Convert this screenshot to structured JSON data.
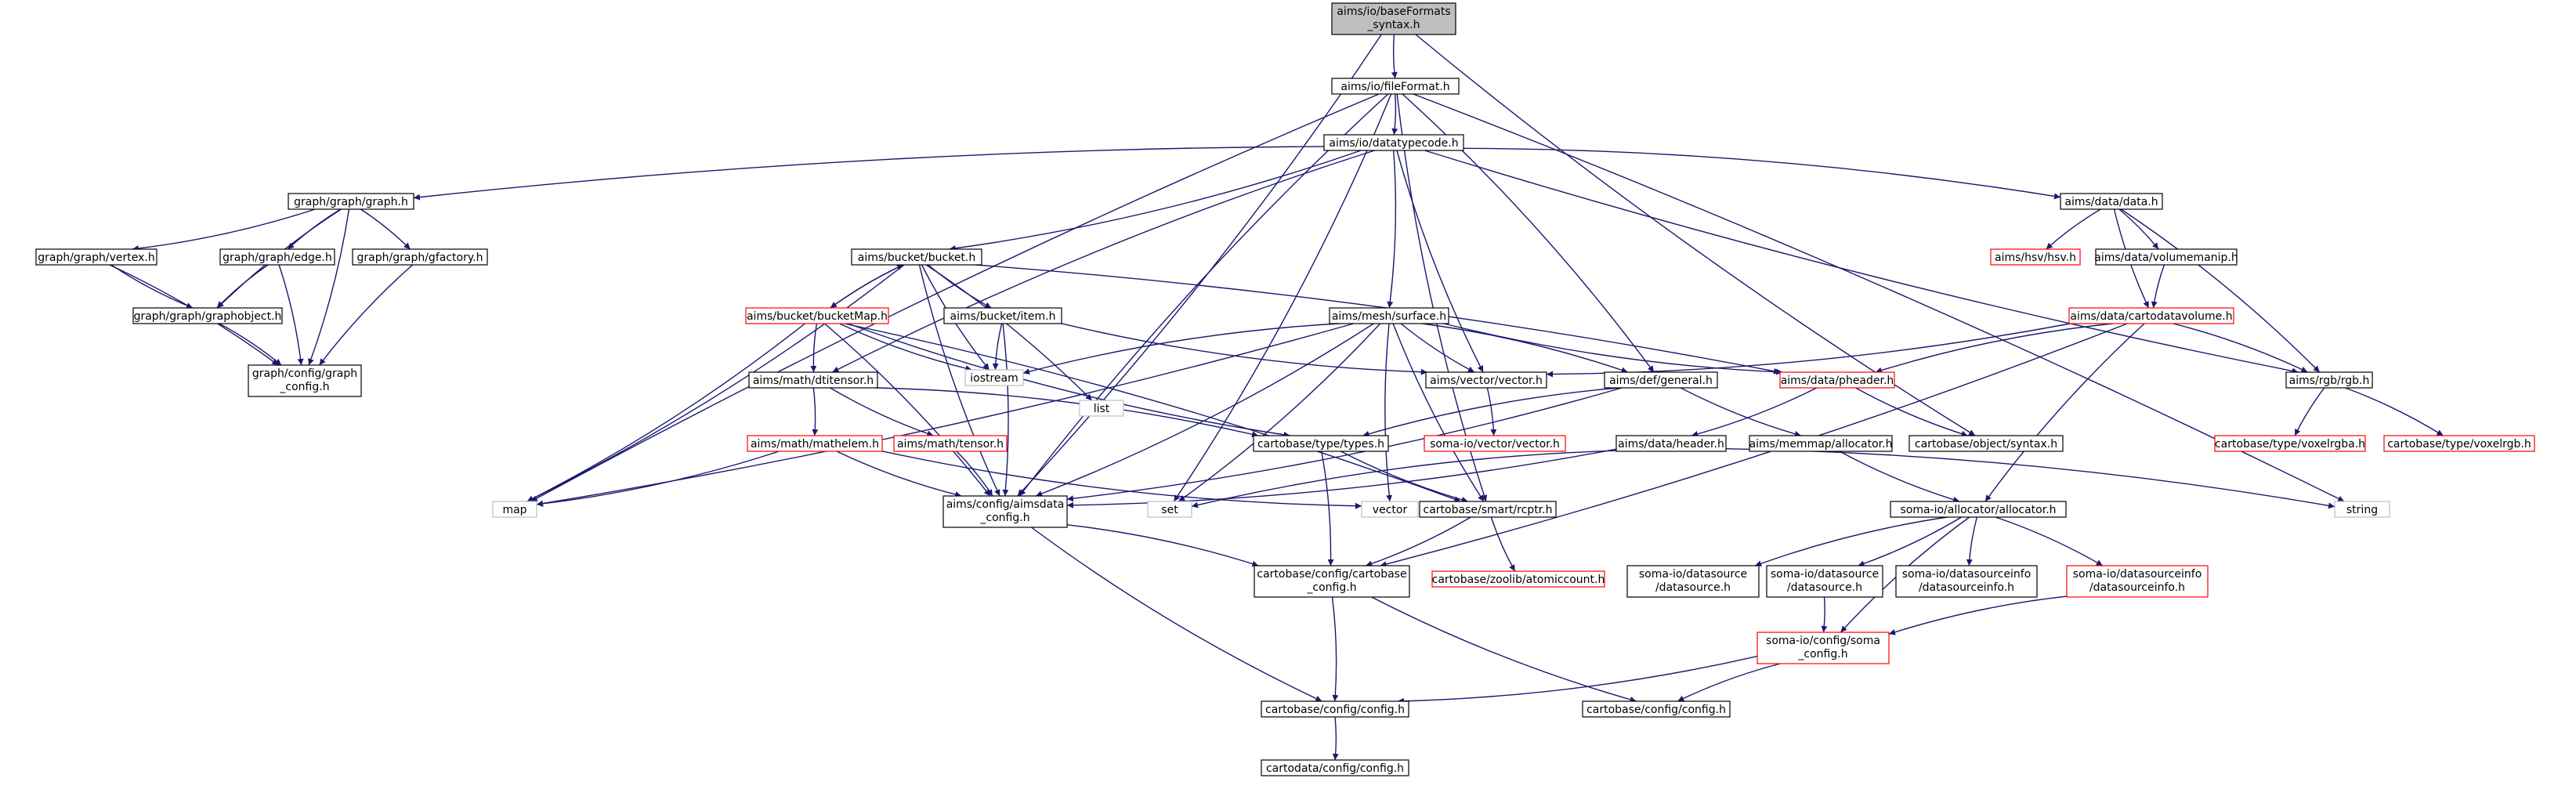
{
  "nodes": [
    {
      "id": "basefmt",
      "lines": [
        "aims/io/baseFormats",
        "_syntax.h"
      ],
      "style": "root"
    },
    {
      "id": "fileformat",
      "lines": [
        "aims/io/fileFormat.h"
      ],
      "style": "normal"
    },
    {
      "id": "datatypecode",
      "lines": [
        "aims/io/datatypecode.h"
      ],
      "style": "normal"
    },
    {
      "id": "graph",
      "lines": [
        "graph/graph/graph.h"
      ],
      "style": "normal"
    },
    {
      "id": "datadata",
      "lines": [
        "aims/data/data.h"
      ],
      "style": "normal"
    },
    {
      "id": "vertex",
      "lines": [
        "graph/graph/vertex.h"
      ],
      "style": "normal"
    },
    {
      "id": "edge",
      "lines": [
        "graph/graph/edge.h"
      ],
      "style": "normal"
    },
    {
      "id": "gfactory",
      "lines": [
        "graph/graph/gfactory.h"
      ],
      "style": "normal"
    },
    {
      "id": "graphobject",
      "lines": [
        "graph/graph/graphobject.h"
      ],
      "style": "normal"
    },
    {
      "id": "graphconfig",
      "lines": [
        "graph/config/graph",
        "_config.h"
      ],
      "style": "normal"
    },
    {
      "id": "bucket",
      "lines": [
        "aims/bucket/bucket.h"
      ],
      "style": "normal"
    },
    {
      "id": "bucketmap",
      "lines": [
        "aims/bucket/bucketMap.h"
      ],
      "style": "red"
    },
    {
      "id": "bucketitem",
      "lines": [
        "aims/bucket/item.h"
      ],
      "style": "normal"
    },
    {
      "id": "list",
      "lines": [
        "list"
      ],
      "style": "gray"
    },
    {
      "id": "iostream",
      "lines": [
        "iostream"
      ],
      "style": "gray"
    },
    {
      "id": "dtitensor",
      "lines": [
        "aims/math/dtitensor.h"
      ],
      "style": "normal"
    },
    {
      "id": "mathelem",
      "lines": [
        "aims/math/mathelem.h"
      ],
      "style": "red"
    },
    {
      "id": "tensor",
      "lines": [
        "aims/math/tensor.h"
      ],
      "style": "red"
    },
    {
      "id": "map",
      "lines": [
        "map"
      ],
      "style": "gray"
    },
    {
      "id": "aimsdataconfig",
      "lines": [
        "aims/config/aimsdata",
        "_config.h"
      ],
      "style": "normal"
    },
    {
      "id": "surface",
      "lines": [
        "aims/mesh/surface.h"
      ],
      "style": "normal"
    },
    {
      "id": "vectorvec",
      "lines": [
        "aims/vector/vector.h"
      ],
      "style": "normal"
    },
    {
      "id": "somavector",
      "lines": [
        "soma-io/vector/vector.h"
      ],
      "style": "red"
    },
    {
      "id": "defgeneral",
      "lines": [
        "aims/def/general.h"
      ],
      "style": "normal"
    },
    {
      "id": "pheader",
      "lines": [
        "aims/data/pheader.h"
      ],
      "style": "red"
    },
    {
      "id": "header",
      "lines": [
        "aims/data/header.h"
      ],
      "style": "normal"
    },
    {
      "id": "memmap",
      "lines": [
        "aims/memmap/allocator.h"
      ],
      "style": "normal"
    },
    {
      "id": "objsyntax",
      "lines": [
        "cartobase/object/syntax.h"
      ],
      "style": "normal"
    },
    {
      "id": "types",
      "lines": [
        "cartobase/type/types.h"
      ],
      "style": "normal"
    },
    {
      "id": "set",
      "lines": [
        "set"
      ],
      "style": "gray"
    },
    {
      "id": "vector",
      "lines": [
        "vector"
      ],
      "style": "gray"
    },
    {
      "id": "rcptr",
      "lines": [
        "cartobase/smart/rcptr.h"
      ],
      "style": "normal"
    },
    {
      "id": "atomiccount",
      "lines": [
        "cartobase/zoolib/atomiccount.h"
      ],
      "style": "red"
    },
    {
      "id": "cbconfig",
      "lines": [
        "cartobase/config/cartobase",
        "_config.h"
      ],
      "style": "normal"
    },
    {
      "id": "cbconfigh",
      "lines": [
        "cartobase/config/config.h"
      ],
      "style": "normal"
    },
    {
      "id": "cdconfigh",
      "lines": [
        "cartodata/config/config.h"
      ],
      "style": "normal"
    },
    {
      "id": "hsv",
      "lines": [
        "aims/hsv/hsv.h"
      ],
      "style": "red"
    },
    {
      "id": "volumemanip",
      "lines": [
        "aims/data/volumemanip.h"
      ],
      "style": "normal"
    },
    {
      "id": "cartodatavolume",
      "lines": [
        "aims/data/cartodatavolume.h"
      ],
      "style": "red"
    },
    {
      "id": "rgb",
      "lines": [
        "aims/rgb/rgb.h"
      ],
      "style": "normal"
    },
    {
      "id": "voxelrgba",
      "lines": [
        "cartobase/type/voxelrgba.h"
      ],
      "style": "red"
    },
    {
      "id": "voxelrgb",
      "lines": [
        "cartobase/type/voxelrgb.h"
      ],
      "style": "red"
    },
    {
      "id": "string",
      "lines": [
        "string"
      ],
      "style": "gray"
    },
    {
      "id": "somaallocator",
      "lines": [
        "soma-io/allocator/allocator.h"
      ],
      "style": "normal"
    },
    {
      "id": "somads1",
      "lines": [
        "soma-io/datasource",
        "/datasource.h"
      ],
      "style": "normal"
    },
    {
      "id": "somads2",
      "lines": [
        "soma-io/datasource",
        "/datasource.h"
      ],
      "style": "normal"
    },
    {
      "id": "somadsinfo1",
      "lines": [
        "soma-io/datasourceinfo",
        "/datasourceinfo.h"
      ],
      "style": "normal"
    },
    {
      "id": "somadsinfo2",
      "lines": [
        "soma-io/datasourceinfo",
        "/datasourceinfo.h"
      ],
      "style": "red"
    },
    {
      "id": "somaconfig",
      "lines": [
        "soma-io/config/soma",
        "_config.h"
      ],
      "style": "red"
    },
    {
      "id": "cbconfigh2",
      "lines": [
        "cartobase/config/config.h"
      ],
      "style": "normal"
    }
  ],
  "edges": [
    [
      "basefmt",
      "fileformat"
    ],
    [
      "basefmt",
      "aimsdataconfig"
    ],
    [
      "basefmt",
      "objsyntax"
    ],
    [
      "fileformat",
      "datatypecode"
    ],
    [
      "fileformat",
      "aimsdataconfig"
    ],
    [
      "fileformat",
      "set"
    ],
    [
      "fileformat",
      "map"
    ],
    [
      "fileformat",
      "defgeneral"
    ],
    [
      "fileformat",
      "rcptr"
    ],
    [
      "fileformat",
      "string"
    ],
    [
      "datatypecode",
      "graph"
    ],
    [
      "datatypecode",
      "bucket"
    ],
    [
      "datatypecode",
      "dtitensor"
    ],
    [
      "datatypecode",
      "surface"
    ],
    [
      "datatypecode",
      "vectorvec"
    ],
    [
      "datatypecode",
      "datadata"
    ],
    [
      "datatypecode",
      "rgb"
    ],
    [
      "graph",
      "vertex"
    ],
    [
      "graph",
      "edge"
    ],
    [
      "graph",
      "gfactory"
    ],
    [
      "graph",
      "graphobject"
    ],
    [
      "graph",
      "graphconfig"
    ],
    [
      "vertex",
      "graphobject"
    ],
    [
      "vertex",
      "graphconfig"
    ],
    [
      "edge",
      "graphobject"
    ],
    [
      "edge",
      "graphconfig"
    ],
    [
      "gfactory",
      "graphconfig"
    ],
    [
      "graphobject",
      "graphconfig"
    ],
    [
      "bucket",
      "bucketmap"
    ],
    [
      "bucketmap",
      "bucket"
    ],
    [
      "bucket",
      "bucketitem"
    ],
    [
      "bucket",
      "list"
    ],
    [
      "bucket",
      "iostream"
    ],
    [
      "bucket",
      "map"
    ],
    [
      "bucket",
      "aimsdataconfig"
    ],
    [
      "bucket",
      "pheader"
    ],
    [
      "bucketmap",
      "dtitensor"
    ],
    [
      "bucketmap",
      "map"
    ],
    [
      "bucketmap",
      "iostream"
    ],
    [
      "bucketmap",
      "aimsdataconfig"
    ],
    [
      "bucketmap",
      "types"
    ],
    [
      "bucketmap",
      "rcptr"
    ],
    [
      "bucketitem",
      "iostream"
    ],
    [
      "bucketitem",
      "aimsdataconfig"
    ],
    [
      "bucketitem",
      "vectorvec"
    ],
    [
      "dtitensor",
      "mathelem"
    ],
    [
      "dtitensor",
      "tensor"
    ],
    [
      "dtitensor",
      "types"
    ],
    [
      "mathelem",
      "aimsdataconfig"
    ],
    [
      "mathelem",
      "map"
    ],
    [
      "mathelem",
      "vector"
    ],
    [
      "tensor",
      "aimsdataconfig"
    ],
    [
      "surface",
      "vectorvec"
    ],
    [
      "surface",
      "defgeneral"
    ],
    [
      "surface",
      "pheader"
    ],
    [
      "surface",
      "map"
    ],
    [
      "surface",
      "iostream"
    ],
    [
      "surface",
      "set"
    ],
    [
      "surface",
      "vector"
    ],
    [
      "surface",
      "aimsdataconfig"
    ],
    [
      "surface",
      "rcptr"
    ],
    [
      "vectorvec",
      "somavector"
    ],
    [
      "defgeneral",
      "types"
    ],
    [
      "defgeneral",
      "aimsdataconfig"
    ],
    [
      "defgeneral",
      "memmap"
    ],
    [
      "pheader",
      "header"
    ],
    [
      "pheader",
      "objsyntax"
    ],
    [
      "header",
      "aimsdataconfig"
    ],
    [
      "header",
      "set"
    ],
    [
      "header",
      "string"
    ],
    [
      "memmap",
      "somaallocator"
    ],
    [
      "types",
      "cbconfig"
    ],
    [
      "types",
      "rcptr"
    ],
    [
      "rcptr",
      "cbconfig"
    ],
    [
      "rcptr",
      "atomiccount"
    ],
    [
      "aimsdataconfig",
      "cbconfig"
    ],
    [
      "aimsdataconfig",
      "cbconfigh"
    ],
    [
      "cbconfig",
      "cbconfigh"
    ],
    [
      "cbconfig",
      "cbconfigh2"
    ],
    [
      "cbconfigh",
      "cdconfigh"
    ],
    [
      "datadata",
      "hsv"
    ],
    [
      "datadata",
      "volumemanip"
    ],
    [
      "datadata",
      "cartodatavolume"
    ],
    [
      "datadata",
      "rgb"
    ],
    [
      "volumemanip",
      "cartodatavolume"
    ],
    [
      "cartodatavolume",
      "vectorvec"
    ],
    [
      "cartodatavolume",
      "pheader"
    ],
    [
      "cartodatavolume",
      "rgb"
    ],
    [
      "cartodatavolume",
      "somaallocator"
    ],
    [
      "cartodatavolume",
      "cbconfig"
    ],
    [
      "rgb",
      "voxelrgba"
    ],
    [
      "rgb",
      "voxelrgb"
    ],
    [
      "somaallocator",
      "somads1"
    ],
    [
      "somaallocator",
      "somads2"
    ],
    [
      "somaallocator",
      "somadsinfo1"
    ],
    [
      "somaallocator",
      "somadsinfo2"
    ],
    [
      "somaallocator",
      "somaconfig"
    ],
    [
      "somads2",
      "somaconfig"
    ],
    [
      "somadsinfo2",
      "somaconfig"
    ],
    [
      "somaconfig",
      "cbconfigh"
    ],
    [
      "somaconfig",
      "cbconfigh2"
    ]
  ],
  "colors": {
    "edge": "#191970",
    "border_normal": "#000000",
    "border_red": "#ff0000",
    "border_gray": "#bfbfbf",
    "root_fill": "#bfbfbf",
    "node_fill": "#ffffff",
    "text": "#000000"
  }
}
